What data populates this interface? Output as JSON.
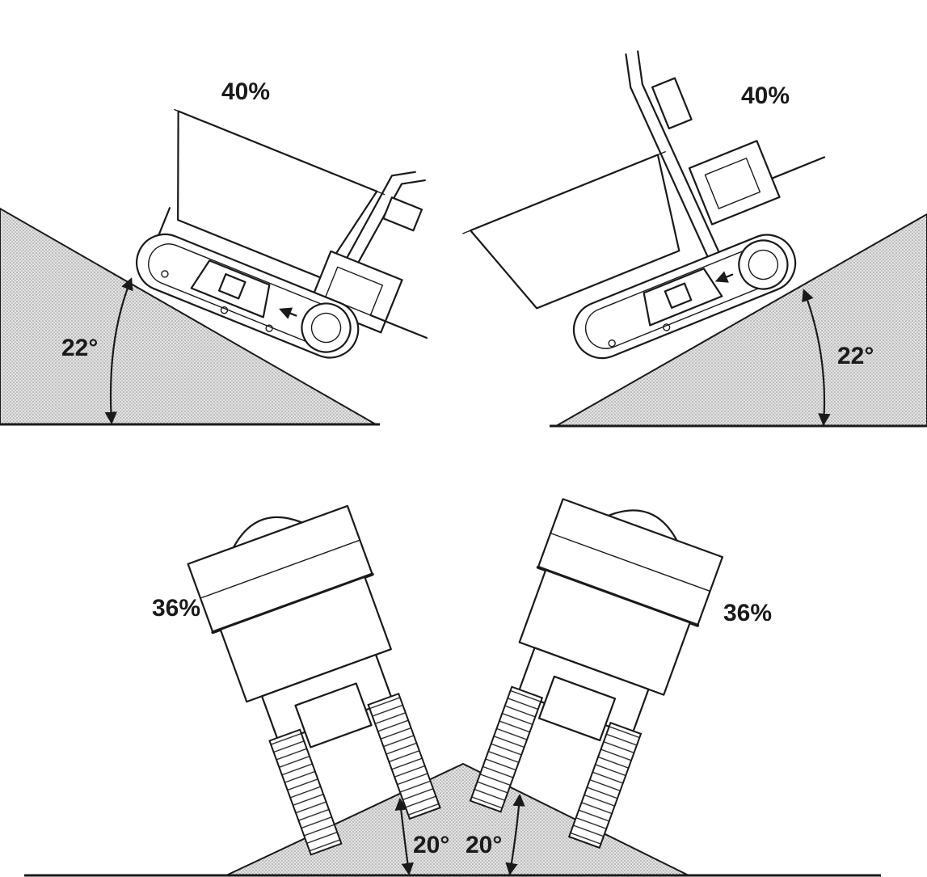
{
  "diagrams": {
    "top_left": {
      "grade": "40%",
      "angle": "22°"
    },
    "top_right": {
      "grade": "40%",
      "angle": "22°"
    },
    "bottom_left": {
      "grade": "36%",
      "angle": "20°"
    },
    "bottom_right": {
      "grade": "36%",
      "angle": "20°"
    }
  },
  "colors": {
    "ink": "#1a1a1a",
    "ground_fill": "#d9d9d9",
    "background": "#ffffff"
  }
}
